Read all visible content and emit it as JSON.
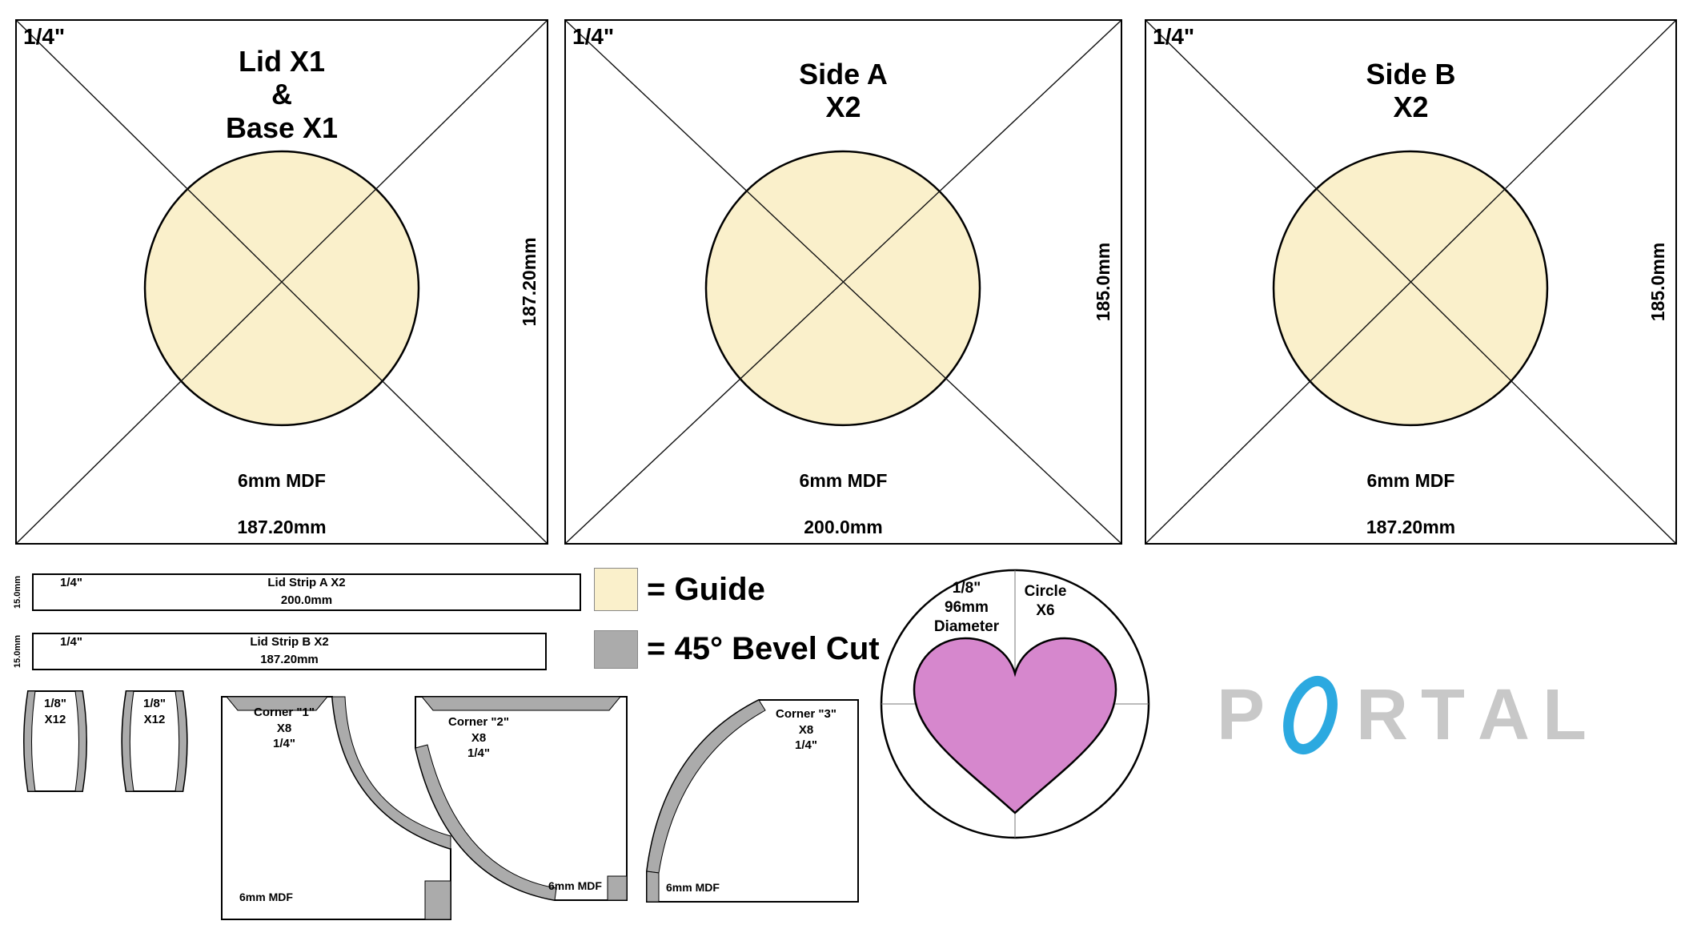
{
  "colors": {
    "guide": "#FAF0CB",
    "bevel": "#ABABAB",
    "heart": "#D687CD",
    "portal-blue": "#2CA9E0",
    "logo-letter": "#C8C8C8"
  },
  "panels": [
    {
      "corner_label": "1/4\"",
      "title_lines": [
        "Lid X1",
        "&",
        "Base X1"
      ],
      "material": "6mm MDF",
      "width_label": "187.20mm",
      "height_label": "187.20mm"
    },
    {
      "corner_label": "1/4\"",
      "title_lines": [
        "Side A",
        "X2"
      ],
      "material": "6mm MDF",
      "width_label": "200.0mm",
      "height_label": "185.0mm"
    },
    {
      "corner_label": "1/4\"",
      "title_lines": [
        "Side B",
        "X2"
      ],
      "material": "6mm MDF",
      "width_label": "187.20mm",
      "height_label": "185.0mm"
    }
  ],
  "strips": [
    {
      "height_label": "15.0mm",
      "corner_label": "1/4\"",
      "name": "Lid Strip A X2",
      "length_label": "200.0mm"
    },
    {
      "height_label": "15.0mm",
      "corner_label": "1/4\"",
      "name": "Lid Strip B X2",
      "length_label": "187.20mm"
    }
  ],
  "legend": {
    "guide_label": "= Guide",
    "bevel_label": "= 45° Bevel Cut"
  },
  "small_pieces": [
    {
      "size_label": "1/8\"",
      "qty_label": "X12"
    },
    {
      "size_label": "1/8\"",
      "qty_label": "X12"
    }
  ],
  "corners": [
    {
      "name": "Corner \"1\"",
      "qty_label": "X8",
      "size_label": "1/4\"",
      "material": "6mm MDF"
    },
    {
      "name": "Corner \"2\"",
      "qty_label": "X8",
      "size_label": "1/4\"",
      "material": "6mm MDF"
    },
    {
      "name": "Corner \"3\"",
      "qty_label": "X8",
      "size_label": "1/4\"",
      "material": "6mm MDF"
    }
  ],
  "circle_piece": {
    "spec_lines": [
      "1/8\"",
      "96mm",
      "Diameter"
    ],
    "label_lines": [
      "Circle",
      "X6"
    ]
  },
  "logo": {
    "letters": [
      "P",
      "R",
      "T",
      "A",
      "L"
    ]
  }
}
